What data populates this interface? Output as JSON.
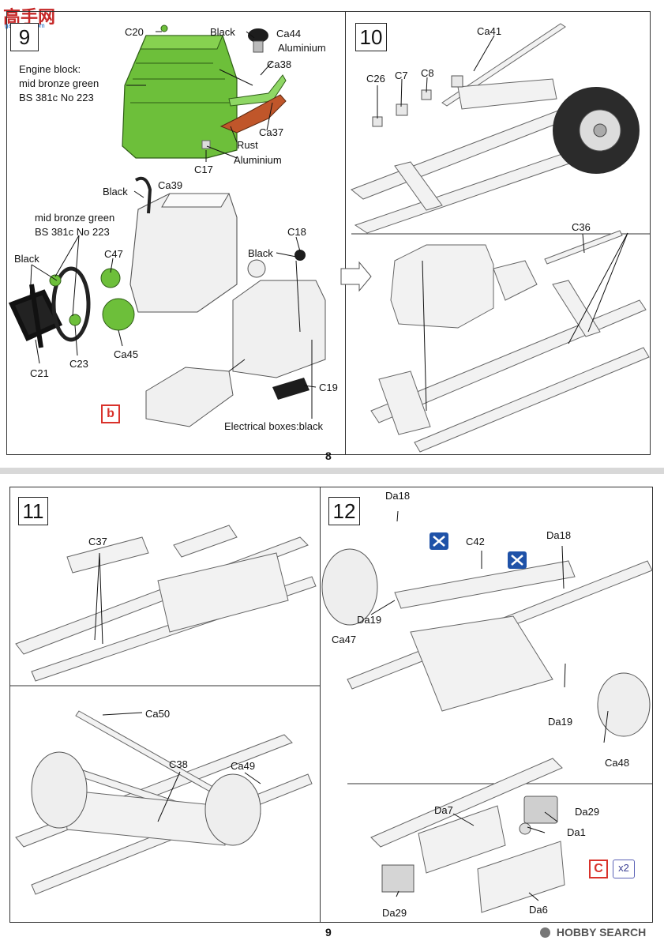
{
  "watermark_top": {
    "main": "高手网",
    "sub": "gao-shou.com"
  },
  "watermark_bottom": {
    "brand": "HOBBY SEARCH"
  },
  "page8": {
    "page_number": "8",
    "step9": {
      "number": "9",
      "labels": {
        "c20": "C20",
        "black1": "Black",
        "ca44": "Ca44",
        "aluminium1": "Aluminium",
        "ca38": "Ca38",
        "engine_block_1": "Engine block:",
        "engine_block_2": "mid bronze green",
        "engine_block_3": "BS 381c No 223",
        "ca37": "Ca37",
        "rust": "Rust",
        "c17": "C17",
        "aluminium2": "Aluminium",
        "black2": "Black",
        "ca39": "Ca39",
        "mbg_1": "mid bronze green",
        "mbg_2": "BS 381c No 223",
        "black3": "Black",
        "c47": "C47",
        "c21": "C21",
        "c23": "C23",
        "ca45": "Ca45",
        "c18": "C18",
        "black4": "Black",
        "c19": "C19",
        "electrical": "Electrical boxes:black"
      },
      "ref_b": "b"
    },
    "step10": {
      "number": "10",
      "labels": {
        "ca41": "Ca41",
        "c26": "C26",
        "c7": "C7",
        "c8": "C8",
        "c36": "C36"
      }
    }
  },
  "page9": {
    "page_number": "9",
    "step11": {
      "number": "11",
      "labels": {
        "c37": "C37",
        "ca50": "Ca50",
        "c38": "C38",
        "ca49": "Ca49"
      }
    },
    "step12": {
      "number": "12",
      "labels": {
        "da18a": "Da18",
        "c42": "C42",
        "da18b": "Da18",
        "da19a": "Da19",
        "ca47": "Ca47",
        "da19b": "Da19",
        "ca48": "Ca48"
      }
    },
    "subassembly": {
      "labels": {
        "da7": "Da7",
        "da29a": "Da29",
        "da1": "Da1",
        "da29b": "Da29",
        "da6": "Da6"
      },
      "ref_c": "C",
      "qty": "x2"
    }
  },
  "colors": {
    "engine_green": "#6dbf3a",
    "rust": "#c0562a",
    "ref_red": "#d9322b",
    "paper": "#ffffff"
  }
}
